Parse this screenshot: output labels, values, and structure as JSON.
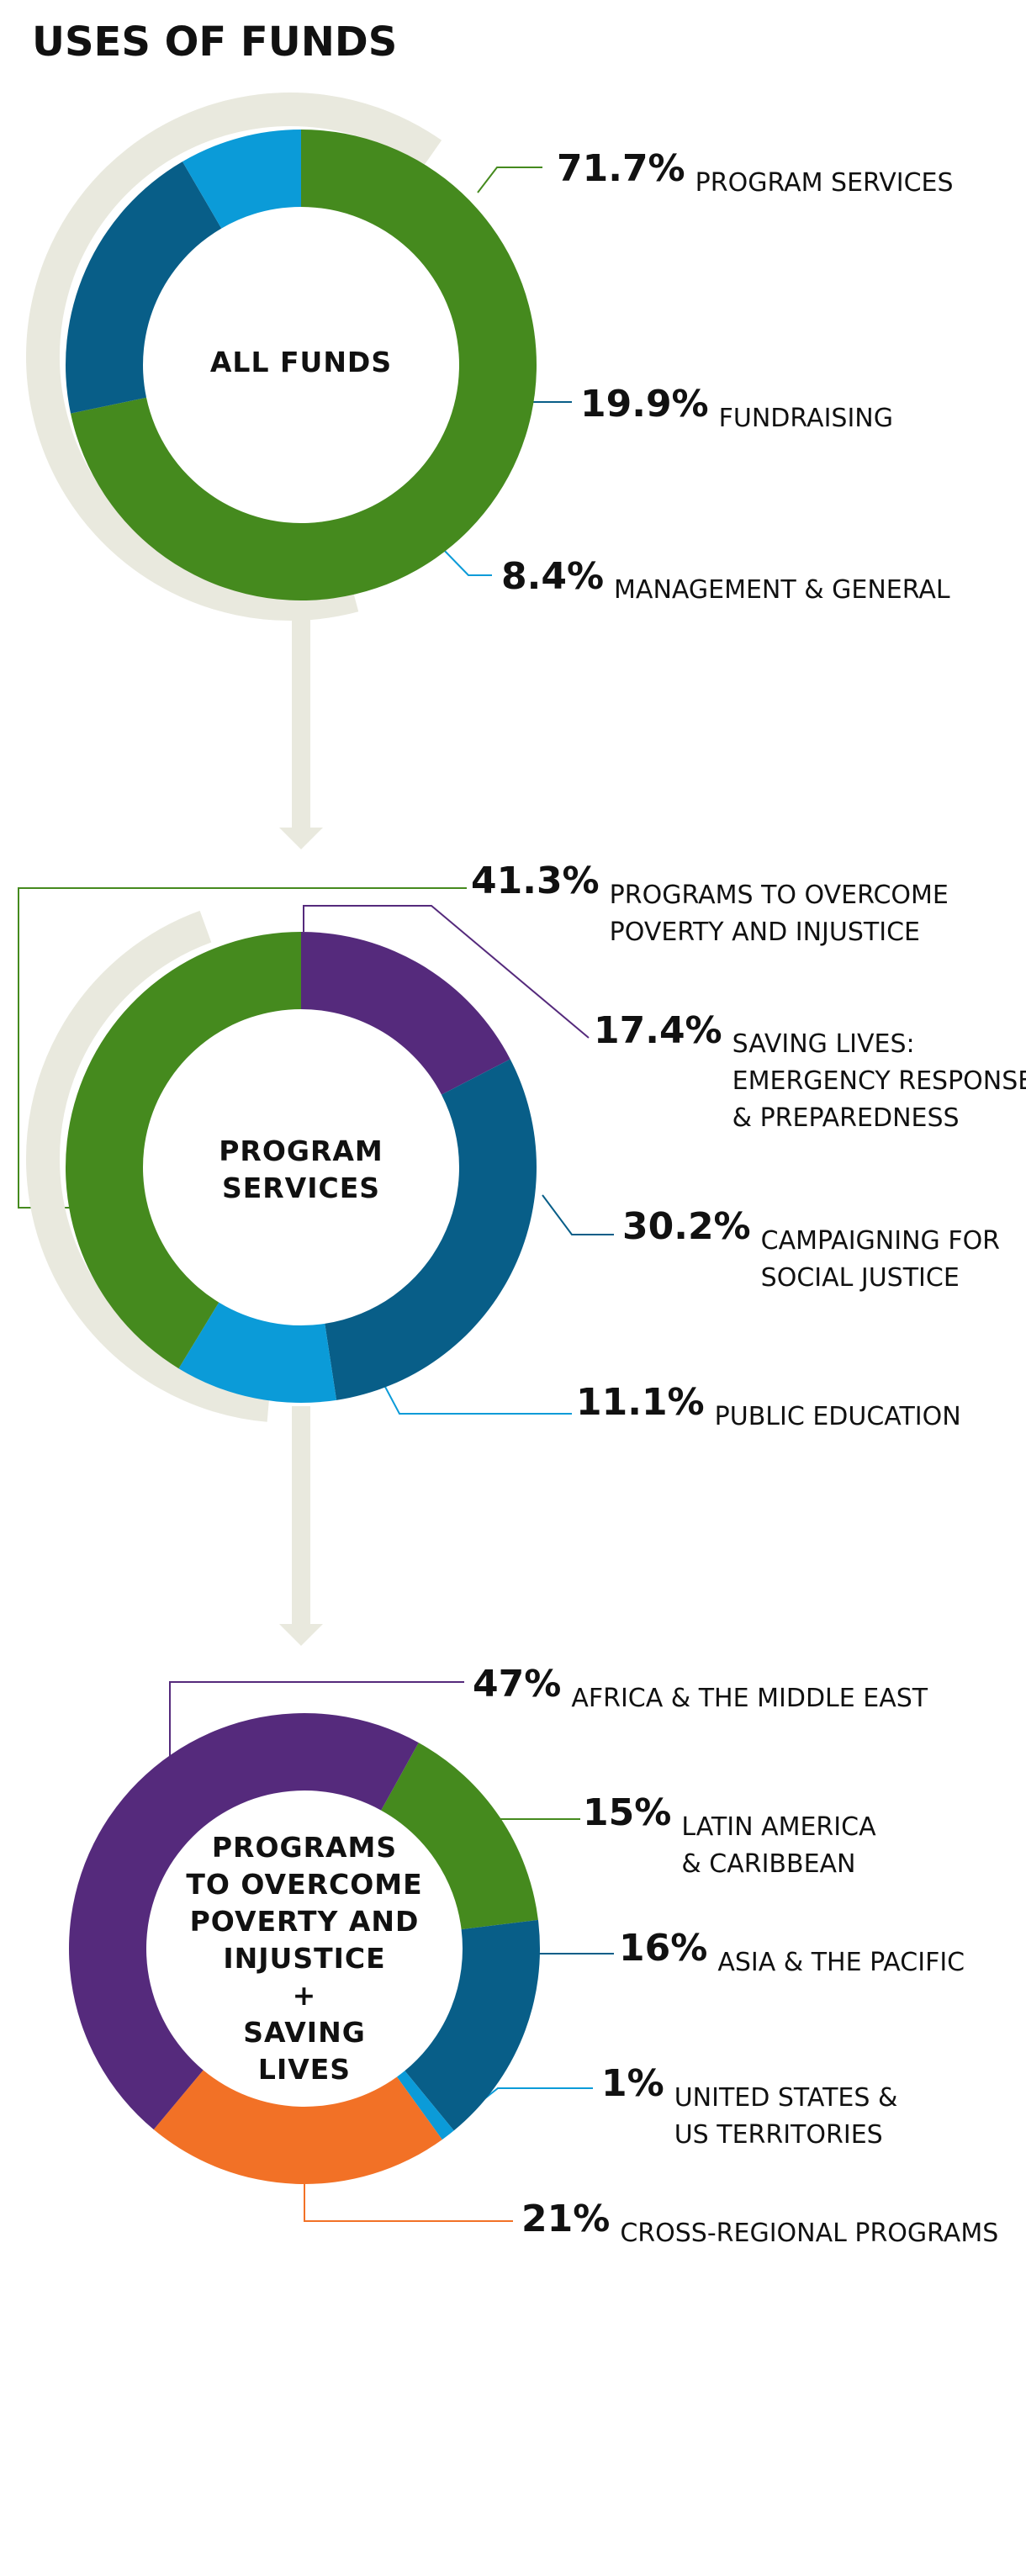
{
  "title": "USES OF FUNDS",
  "colors": {
    "green": "#458a1e",
    "navy": "#085e88",
    "lightblue": "#0b9bd8",
    "purple": "#552a7c",
    "orange": "#f27126",
    "halo": "#e9e9de",
    "line": "#111111"
  },
  "chart_data": [
    {
      "type": "pie",
      "center_label": [
        "ALL FUNDS"
      ],
      "slices": [
        {
          "value": 71.7,
          "pct_text": "71.7%",
          "label_lines": [
            "PROGRAM SERVICES"
          ],
          "color": "#458a1e"
        },
        {
          "value": 19.9,
          "pct_text": "19.9%",
          "label_lines": [
            "FUNDRAISING"
          ],
          "color": "#085e88"
        },
        {
          "value": 8.4,
          "pct_text": "8.4%",
          "label_lines": [
            "MANAGEMENT & GENERAL"
          ],
          "color": "#0b9bd8"
        }
      ]
    },
    {
      "type": "pie",
      "center_label": [
        "PROGRAM",
        "SERVICES"
      ],
      "slices": [
        {
          "value": 17.4,
          "pct_text": "17.4%",
          "label_lines": [
            "SAVING LIVES:",
            "EMERGENCY RESPONSE",
            "& PREPAREDNESS"
          ],
          "color": "#552a7c"
        },
        {
          "value": 30.2,
          "pct_text": "30.2%",
          "label_lines": [
            "CAMPAIGNING FOR",
            "SOCIAL JUSTICE"
          ],
          "color": "#085e88"
        },
        {
          "value": 11.1,
          "pct_text": "11.1%",
          "label_lines": [
            "PUBLIC EDUCATION"
          ],
          "color": "#0b9bd8"
        },
        {
          "value": 41.3,
          "pct_text": "41.3%",
          "label_lines": [
            "PROGRAMS TO OVERCOME",
            "POVERTY AND INJUSTICE"
          ],
          "color": "#458a1e"
        }
      ]
    },
    {
      "type": "pie",
      "center_label": [
        "PROGRAMS",
        "TO OVERCOME",
        "POVERTY AND",
        "INJUSTICE",
        "+",
        "SAVING",
        "LIVES"
      ],
      "slices": [
        {
          "value": 15,
          "pct_text": "15%",
          "label_lines": [
            "LATIN AMERICA",
            "& CARIBBEAN"
          ],
          "color": "#458a1e"
        },
        {
          "value": 16,
          "pct_text": "16%",
          "label_lines": [
            "ASIA & THE PACIFIC"
          ],
          "color": "#085e88"
        },
        {
          "value": 1,
          "pct_text": "1%",
          "label_lines": [
            "UNITED STATES &",
            "US TERRITORIES"
          ],
          "color": "#0b9bd8"
        },
        {
          "value": 21,
          "pct_text": "21%",
          "label_lines": [
            "CROSS-REGIONAL PROGRAMS"
          ],
          "color": "#f27126"
        },
        {
          "value": 47,
          "pct_text": "47%",
          "label_lines": [
            "AFRICA & THE MIDDLE EAST"
          ],
          "color": "#552a7c"
        }
      ]
    }
  ]
}
